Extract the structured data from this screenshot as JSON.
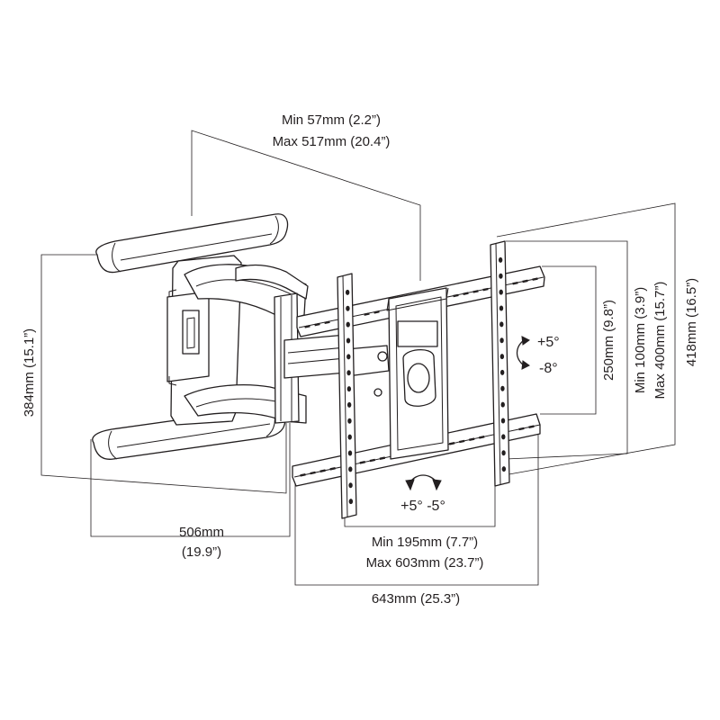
{
  "labels": {
    "depth_min": "Min 57mm (2.2”)",
    "depth_max": "Max 517mm (20.4”)",
    "arm_height": "384mm (15.1”)",
    "wall_plate_width_mm": "506mm",
    "wall_plate_width_in": "(19.9”)",
    "tilt_up": "+5°",
    "tilt_down": "-8°",
    "swivel": "+5° -5°",
    "vesa_h_min": "Min 195mm (7.7”)",
    "vesa_h_max": "Max 603mm (23.7”)",
    "overall_width": "643mm (25.3”)",
    "rail_height": "250mm (9.8”)",
    "vesa_v_min": "Min 100mm (3.9”)",
    "vesa_v_max": "Max 400mm (15.7”)",
    "overall_height": "418mm (16.5”)"
  }
}
